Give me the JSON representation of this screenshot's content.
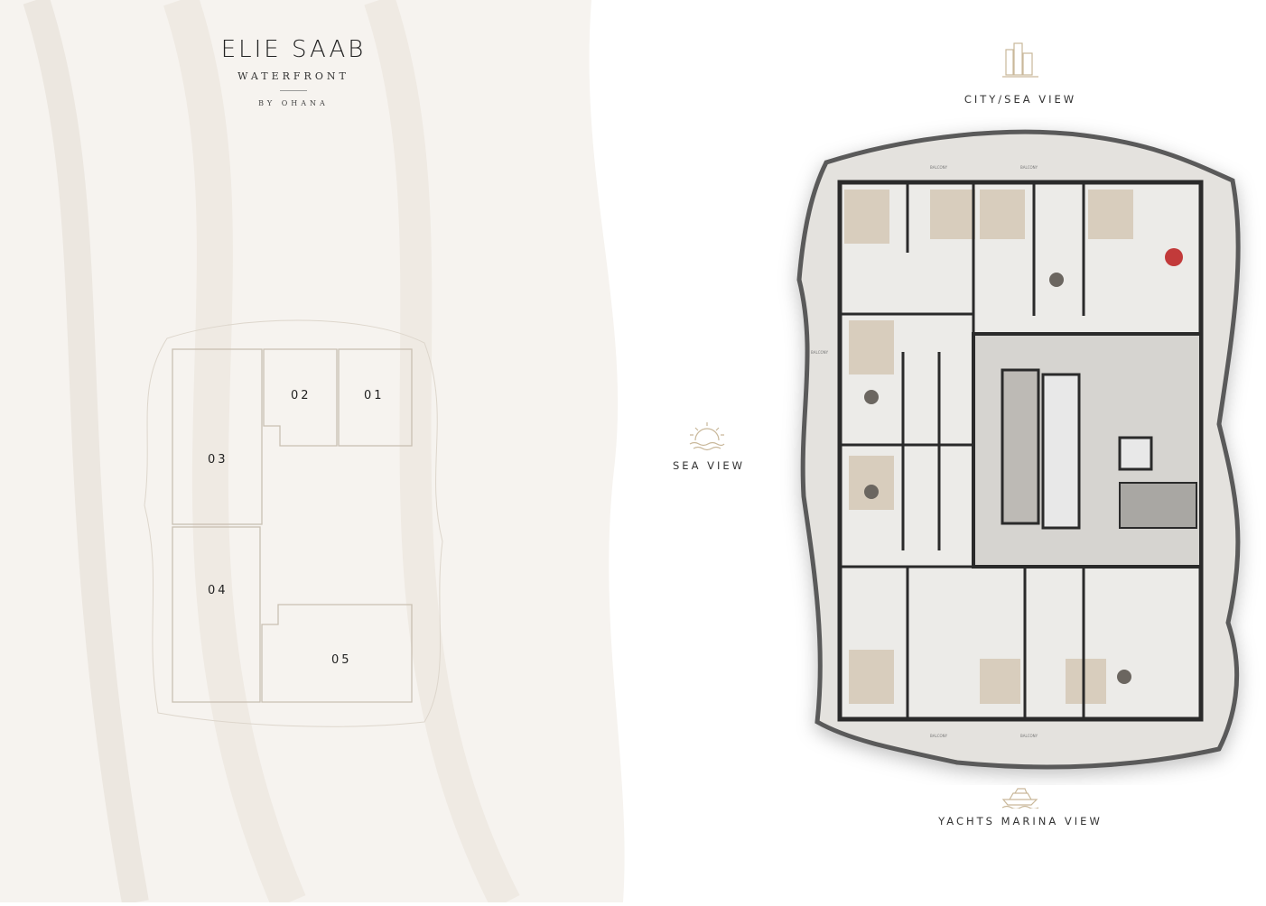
{
  "logo": {
    "brand": "ELIE SAAB",
    "subtitle": "WATERFRONT",
    "by": "BY OHANA"
  },
  "key_plan": {
    "units": [
      "01",
      "02",
      "03",
      "04",
      "05"
    ]
  },
  "views": {
    "top": "CITY/SEA VIEW",
    "left": "SEA VIEW",
    "bottom": "YACHTS MARINA VIEW"
  },
  "plan": {
    "balcony_label": "BALCONY"
  },
  "colors": {
    "background": "#f6f3ef",
    "wall": "#2f2f2f",
    "marble": "#e9e7e3",
    "accent": "#c9b89a"
  }
}
